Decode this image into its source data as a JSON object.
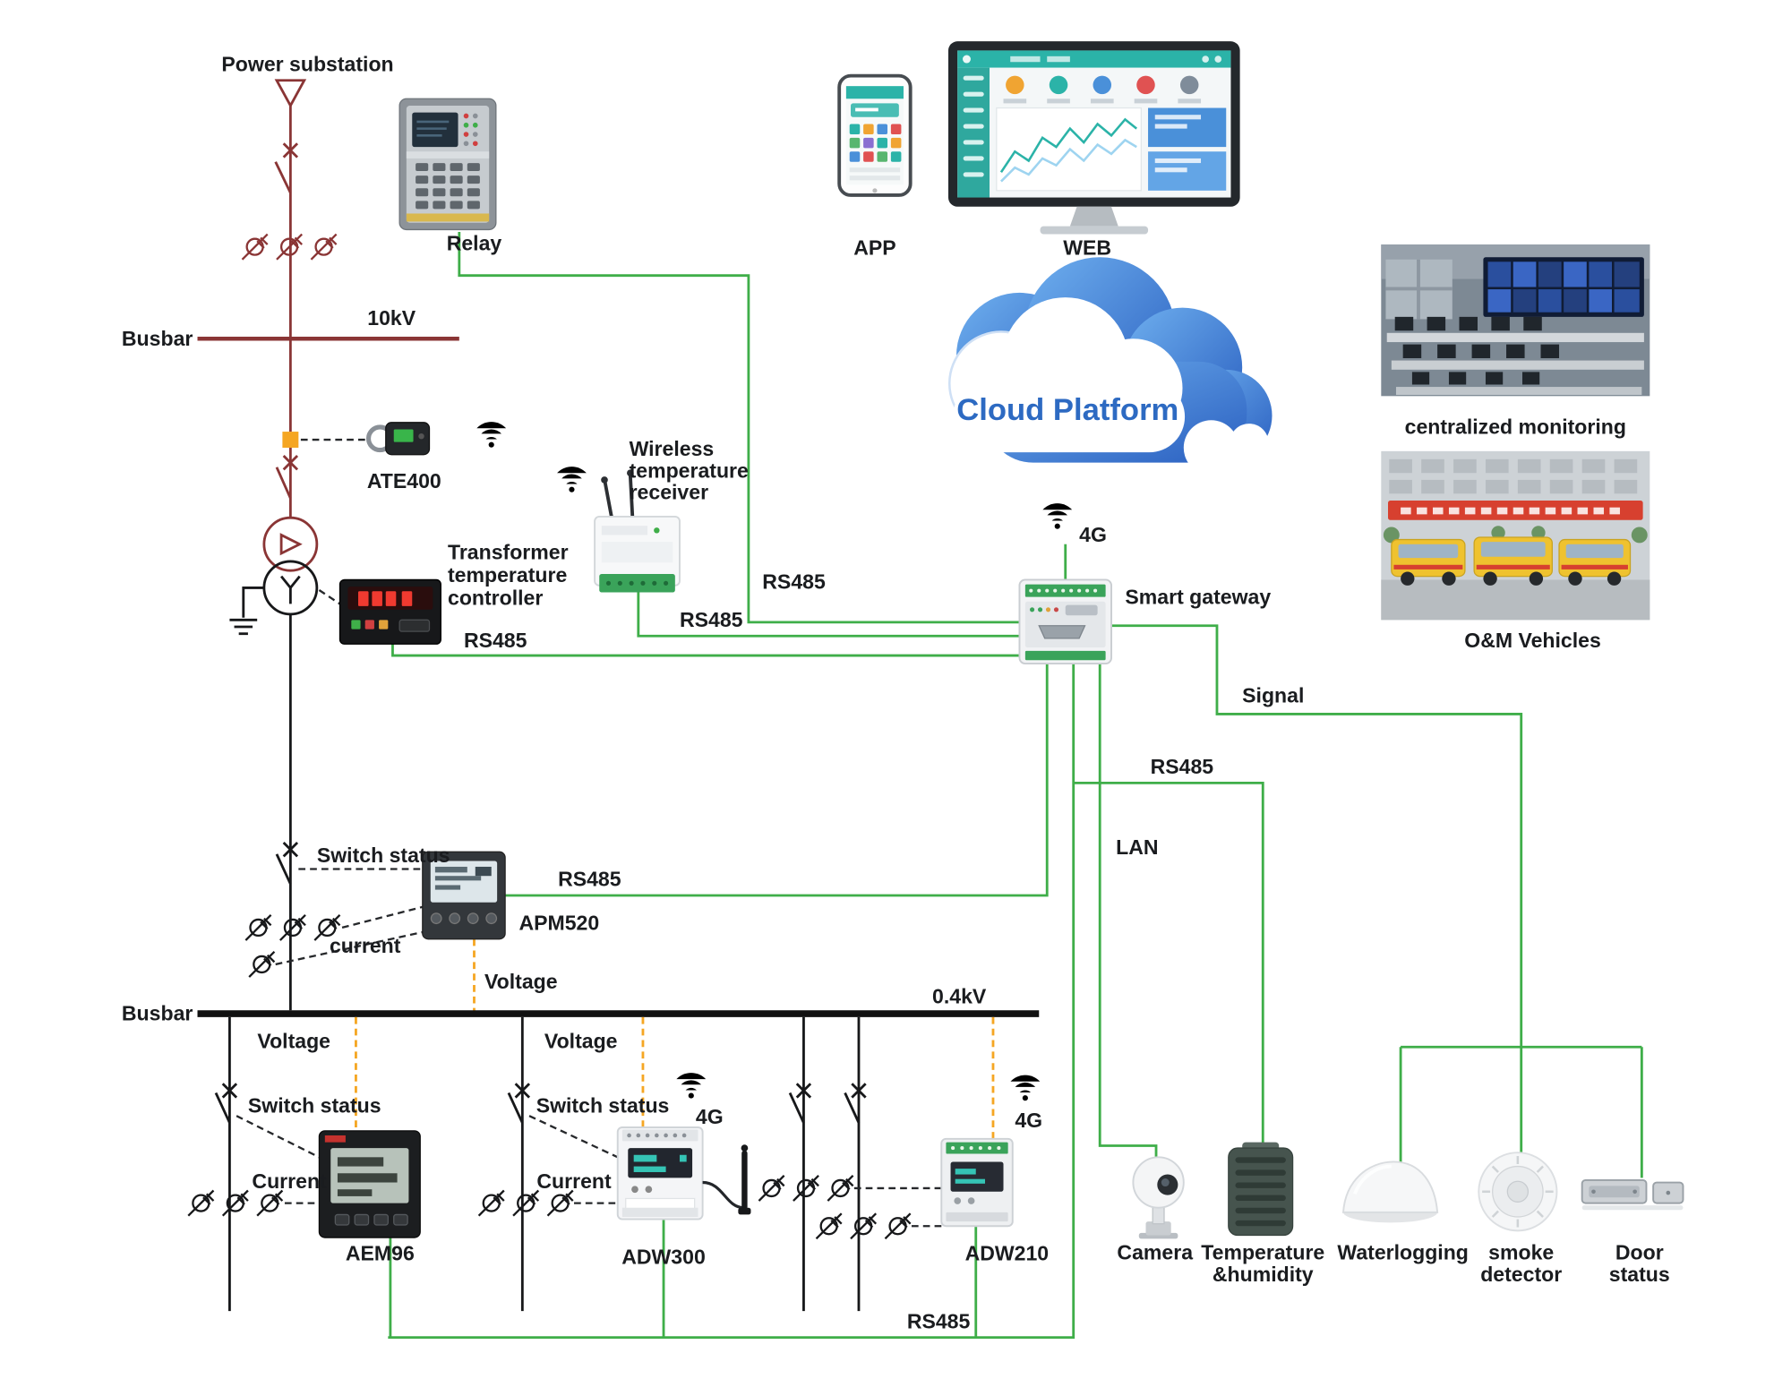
{
  "labels": {
    "power_substation": "Power substation",
    "busbar": "Busbar",
    "kv_10": "10kV",
    "kv_04": "0.4kV",
    "relay": "Relay",
    "ate400": "ATE400",
    "wireless_receiver_lines": [
      "Wireless",
      "temperature",
      "receiver"
    ],
    "transformer_controller_lines": [
      "Transformer",
      "temperature",
      "controller"
    ],
    "app": "APP",
    "web": "WEB",
    "cloud_platform": "Cloud Platform",
    "four_g": "4G",
    "smart_gateway": "Smart gateway",
    "centralized_monitoring": "centralized monitoring",
    "om_vehicles": "O&M Vehicles",
    "signal": "Signal",
    "rs485": "RS485",
    "lan": "LAN",
    "switch_status": "Switch status",
    "current_lower": "current",
    "current": "Current",
    "voltage": "Voltage",
    "apm520": "APM520",
    "aem96": "AEM96",
    "adw300": "ADW300",
    "adw210": "ADW210",
    "camera": "Camera",
    "temp_humidity_lines": [
      "Temperature",
      "&humidity"
    ],
    "waterlogging": "Waterlogging",
    "smoke_detector_lines": [
      "smoke",
      "detector"
    ],
    "door_status_lines": [
      "Door",
      "status"
    ]
  },
  "colors": {
    "line_green": "#3fae49",
    "line_red": "#8a3535",
    "line_orange": "#f5a623",
    "cloud_blue": "#2d6ac2",
    "teal": "#2bb3a8"
  }
}
